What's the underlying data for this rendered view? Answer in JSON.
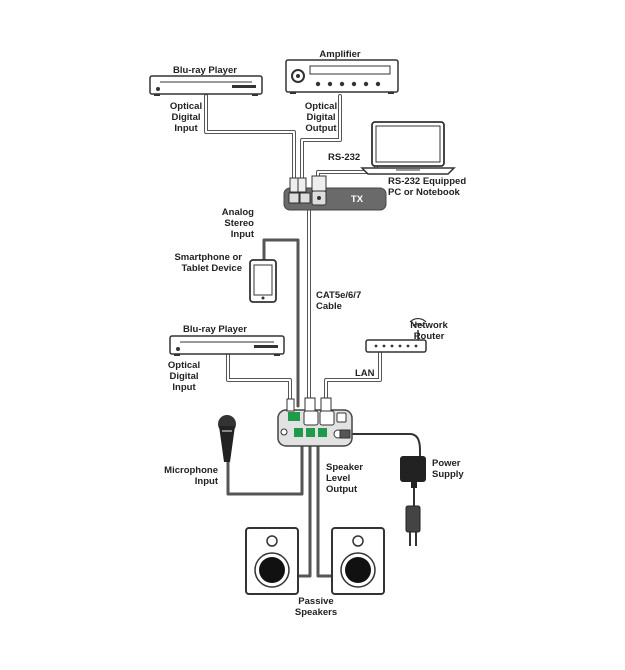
{
  "labels": {
    "bluray_top": "Blu-ray Player",
    "amplifier": "Amplifier",
    "optical_input_top": [
      "Optical",
      "Digital",
      "Input"
    ],
    "optical_output": [
      "Optical",
      "Digital",
      "Output"
    ],
    "rs232": "RS-232",
    "pc": [
      "RS-232 Equipped",
      "PC or Notebook"
    ],
    "tx": "TX",
    "analog": [
      "Analog",
      "Stereo",
      "Input"
    ],
    "smartphone": [
      "Smartphone or",
      "Tablet Device"
    ],
    "cable": [
      "CAT5e/6/7",
      "Cable"
    ],
    "bluray_bottom": "Blu-ray Player",
    "optical_input_bottom": [
      "Optical",
      "Digital",
      "Input"
    ],
    "router": [
      "Network",
      "Router"
    ],
    "lan": "LAN",
    "microphone": [
      "Microphone",
      "Input"
    ],
    "speaker_output": [
      "Speaker",
      "Level",
      "Output"
    ],
    "power": [
      "Power",
      "Supply"
    ],
    "speakers": [
      "Passive",
      "Speakers"
    ]
  },
  "colors": {
    "line": "#555555",
    "cable_fill": "#ffffff",
    "device_fill": "#ffffff",
    "device_stroke": "#333333",
    "tx_fill": "#6a6a6a",
    "rx_fill": "#e2e2e2",
    "terminal_green": "#1f9a4a",
    "speaker_cone": "#111111"
  }
}
